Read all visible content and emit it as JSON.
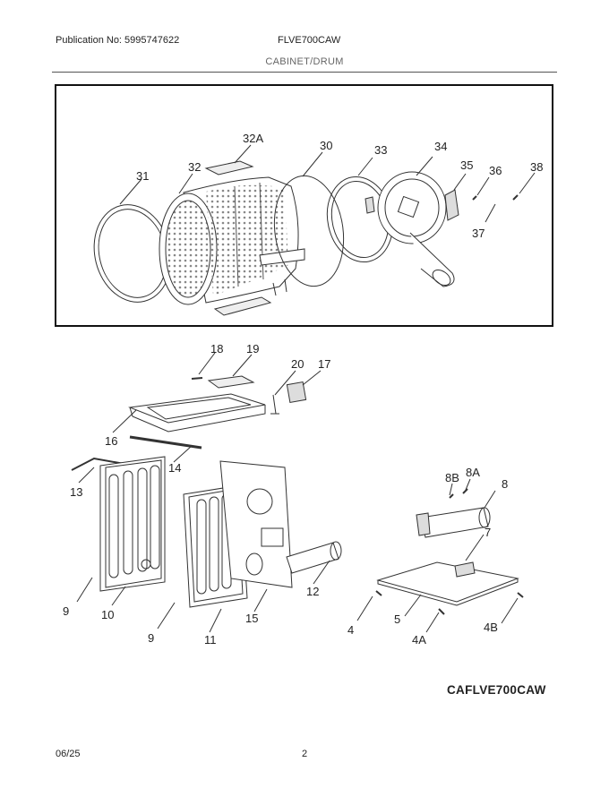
{
  "header": {
    "publication": "Publication No: 5995747622",
    "model": "FLVE700CAW",
    "section": "CABINET/DRUM"
  },
  "footer": {
    "date": "06/25",
    "page": "2",
    "diagram_code": "CAFLVE700CAW"
  },
  "callouts": {
    "c31": "31",
    "c32": "32",
    "c32a": "32A",
    "c30": "30",
    "c33": "33",
    "c34": "34",
    "c35": "35",
    "c36": "36",
    "c37": "37",
    "c38": "38",
    "c18": "18",
    "c19": "19",
    "c20": "20",
    "c17": "17",
    "c16": "16",
    "c14": "14",
    "c13": "13",
    "c9a": "9",
    "c10": "10",
    "c9b": "9",
    "c11": "11",
    "c15": "15",
    "c12": "12",
    "c8b": "8B",
    "c8a": "8A",
    "c8": "8",
    "c7": "7",
    "c4": "4",
    "c5": "5",
    "c4a": "4A",
    "c4b": "4B"
  }
}
